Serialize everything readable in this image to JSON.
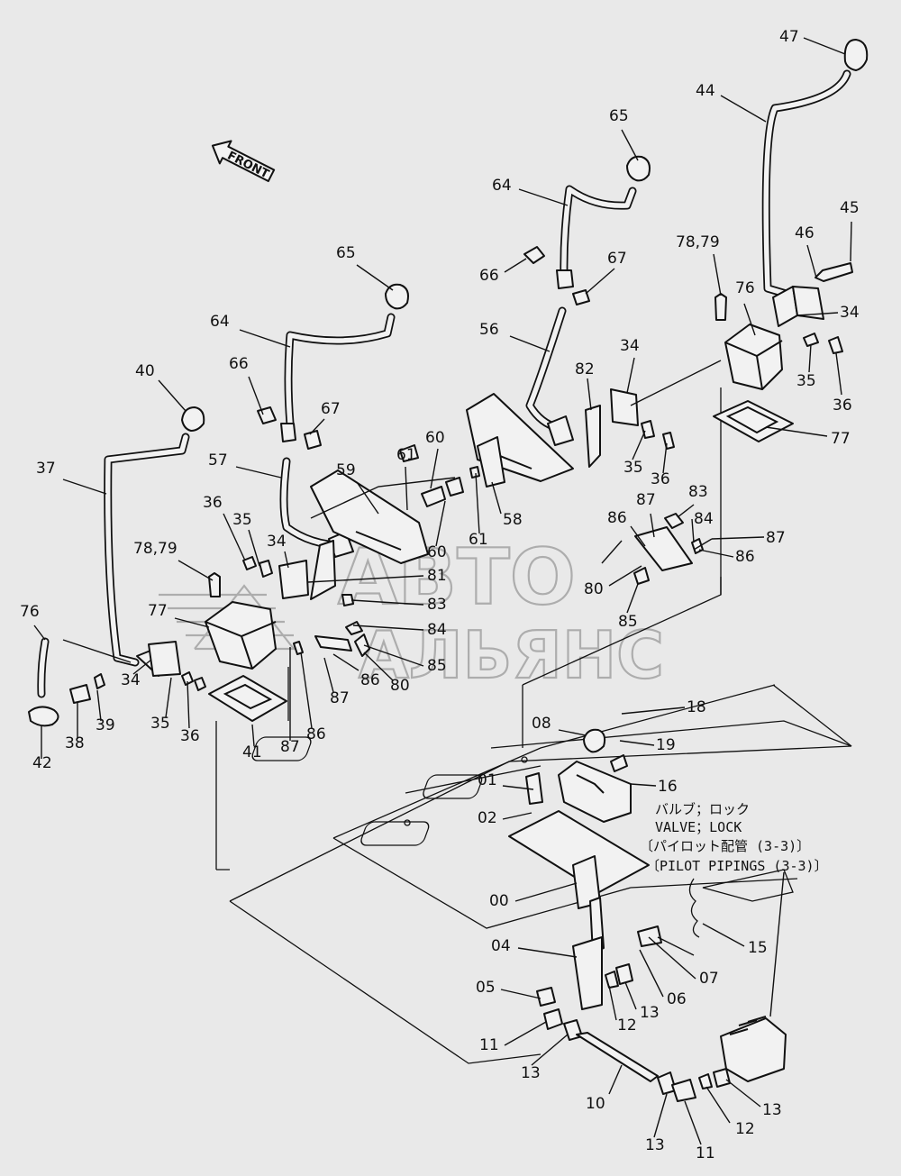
{
  "direction_marker": "FRONT",
  "watermark": {
    "line1": "АВТО",
    "line2": "АЛЬЯНС"
  },
  "notes": {
    "valve_jp": "バルブ；ロック",
    "valve_en": "VALVE；LOCK",
    "pilot_jp": "〔パイロット配管 (3-3)〕",
    "pilot_en": "〔PILOT PIPINGS (3-3)〕"
  },
  "callouts": [
    "47",
    "44",
    "45",
    "46",
    "34",
    "35",
    "36",
    "77",
    "76",
    "78,79",
    "65",
    "64",
    "66",
    "67",
    "56",
    "82",
    "34",
    "35",
    "36",
    "87",
    "83",
    "84",
    "86",
    "87",
    "86",
    "80",
    "85",
    "65",
    "64",
    "66",
    "67",
    "40",
    "37",
    "57",
    "59",
    "61",
    "60",
    "60",
    "61",
    "58",
    "36",
    "35",
    "34",
    "78,79",
    "81",
    "83",
    "84",
    "85",
    "80",
    "86",
    "87",
    "86",
    "87",
    "77",
    "41",
    "76",
    "34",
    "35",
    "36",
    "39",
    "38",
    "42",
    "18",
    "08",
    "19",
    "16",
    "01",
    "02",
    "00",
    "15",
    "04",
    "07",
    "06",
    "05",
    "13",
    "12",
    "11",
    "13",
    "10",
    "13",
    "11",
    "12",
    "13"
  ]
}
